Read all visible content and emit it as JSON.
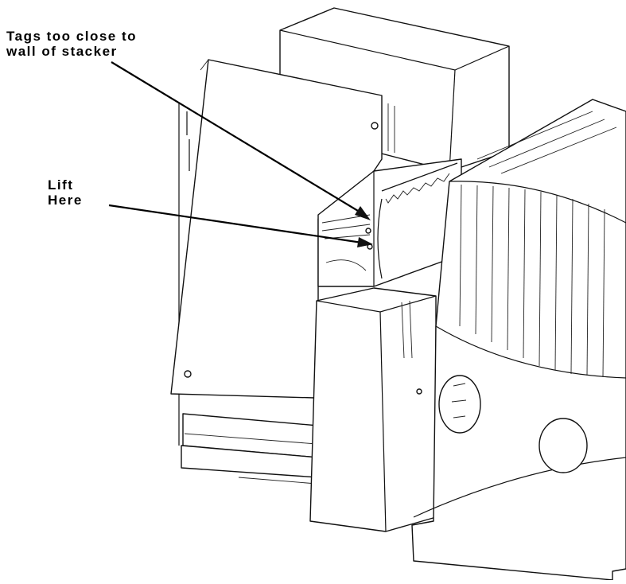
{
  "callouts": {
    "tags_line1": "Tags too close to",
    "tags_line2": "wall of stacker",
    "lift_line1": "Lift",
    "lift_line2": "Here"
  }
}
